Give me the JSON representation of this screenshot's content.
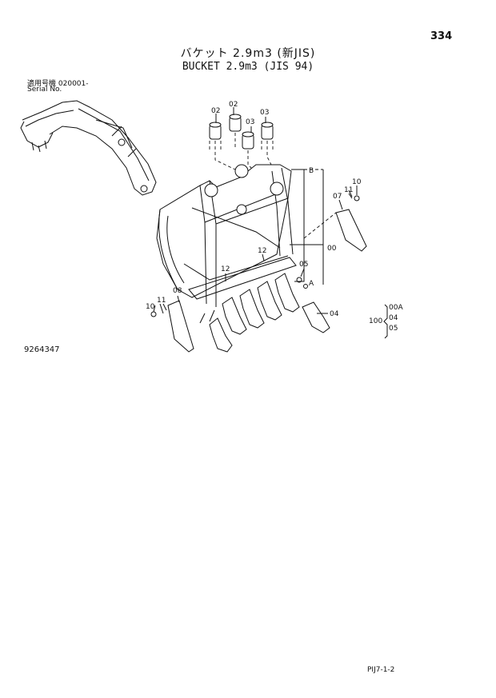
{
  "page_number": "334",
  "title_jp": "バケット 2.9m3 (新JIS)",
  "title_en": "BUCKET 2.9m3 (JIS 94)",
  "serial": {
    "label_jp": "適用号機",
    "value": "020001-",
    "label_en": "Serial No."
  },
  "doc_code": "9264347",
  "footer_code": "PIJ7-1-2",
  "callouts": {
    "c02a": "02",
    "c02b": "02",
    "c03a": "03",
    "c03b": "03",
    "b": "B",
    "a": "A",
    "c10_right": "10",
    "c11_right": "11",
    "c07": "07",
    "c00": "00",
    "c05": "05",
    "c12_top": "12",
    "c12_left": "12",
    "c08": "08",
    "c10_left": "10",
    "c11_left": "11",
    "c04": "04"
  },
  "kit": {
    "qty": "100",
    "items": [
      "00A",
      "04",
      "05"
    ]
  }
}
